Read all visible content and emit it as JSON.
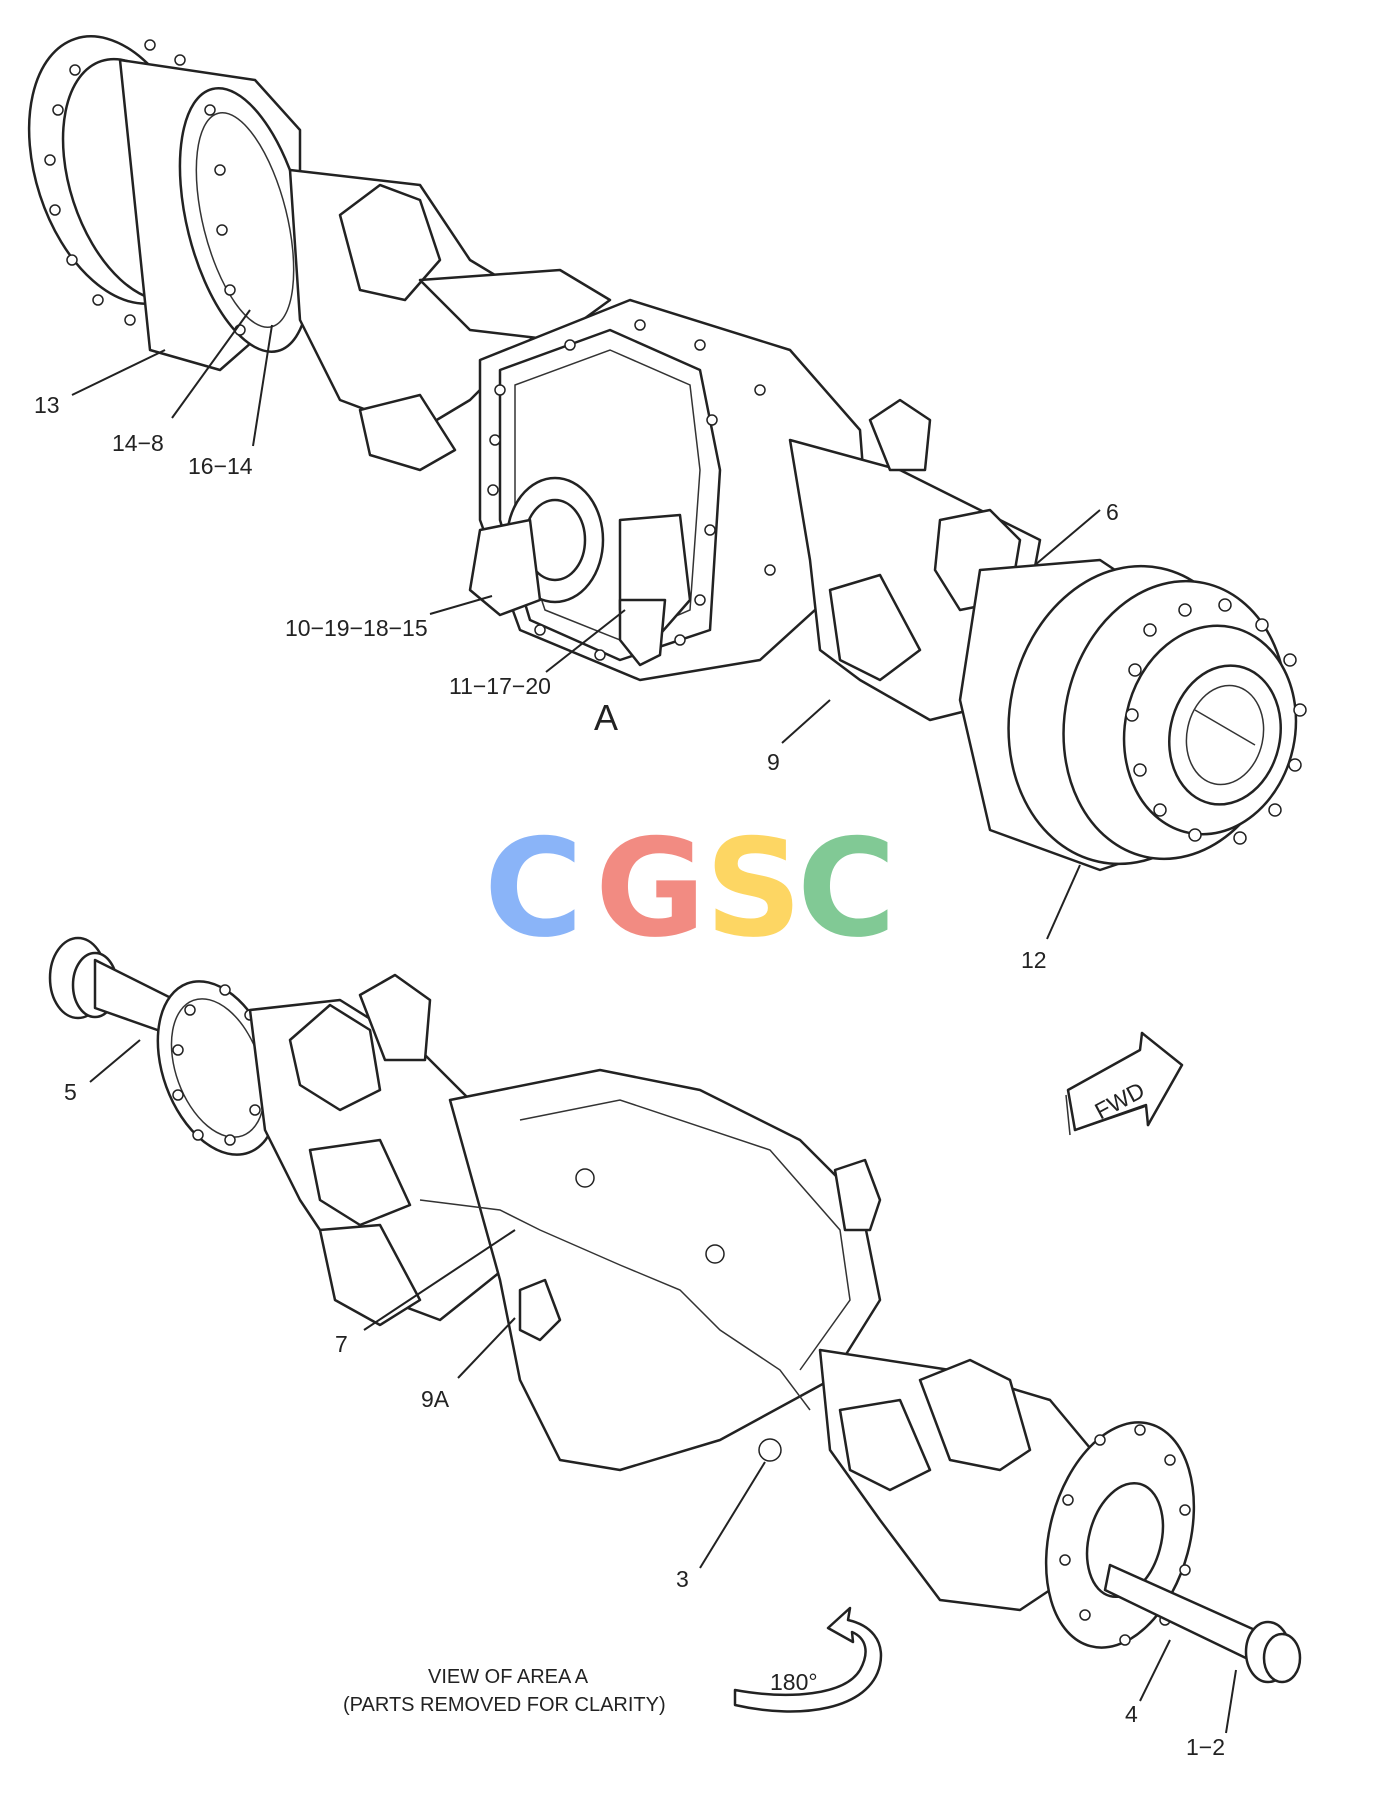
{
  "labels": {
    "l13": "13",
    "l14_8": "14−8",
    "l16_14": "16−14",
    "l10_19_18_15": "10−19−18−15",
    "l11_17_20": "11−17−20",
    "area_a": "A",
    "l6": "6",
    "l9": "9",
    "l12": "12",
    "l5": "5",
    "l7": "7",
    "l9a": "9A",
    "l3": "3",
    "l4": "4",
    "l1_2": "1−2"
  },
  "direction_arrow": "FWD",
  "rotation": "180°",
  "caption": {
    "line1": "VIEW OF AREA  A",
    "line2": "(PARTS REMOVED FOR CLARITY)"
  },
  "watermark": {
    "letters": [
      "C",
      "G",
      "S",
      "C"
    ],
    "colors": [
      "#8ab4f8",
      "#f28b82",
      "#fdd663",
      "#81c995"
    ]
  }
}
